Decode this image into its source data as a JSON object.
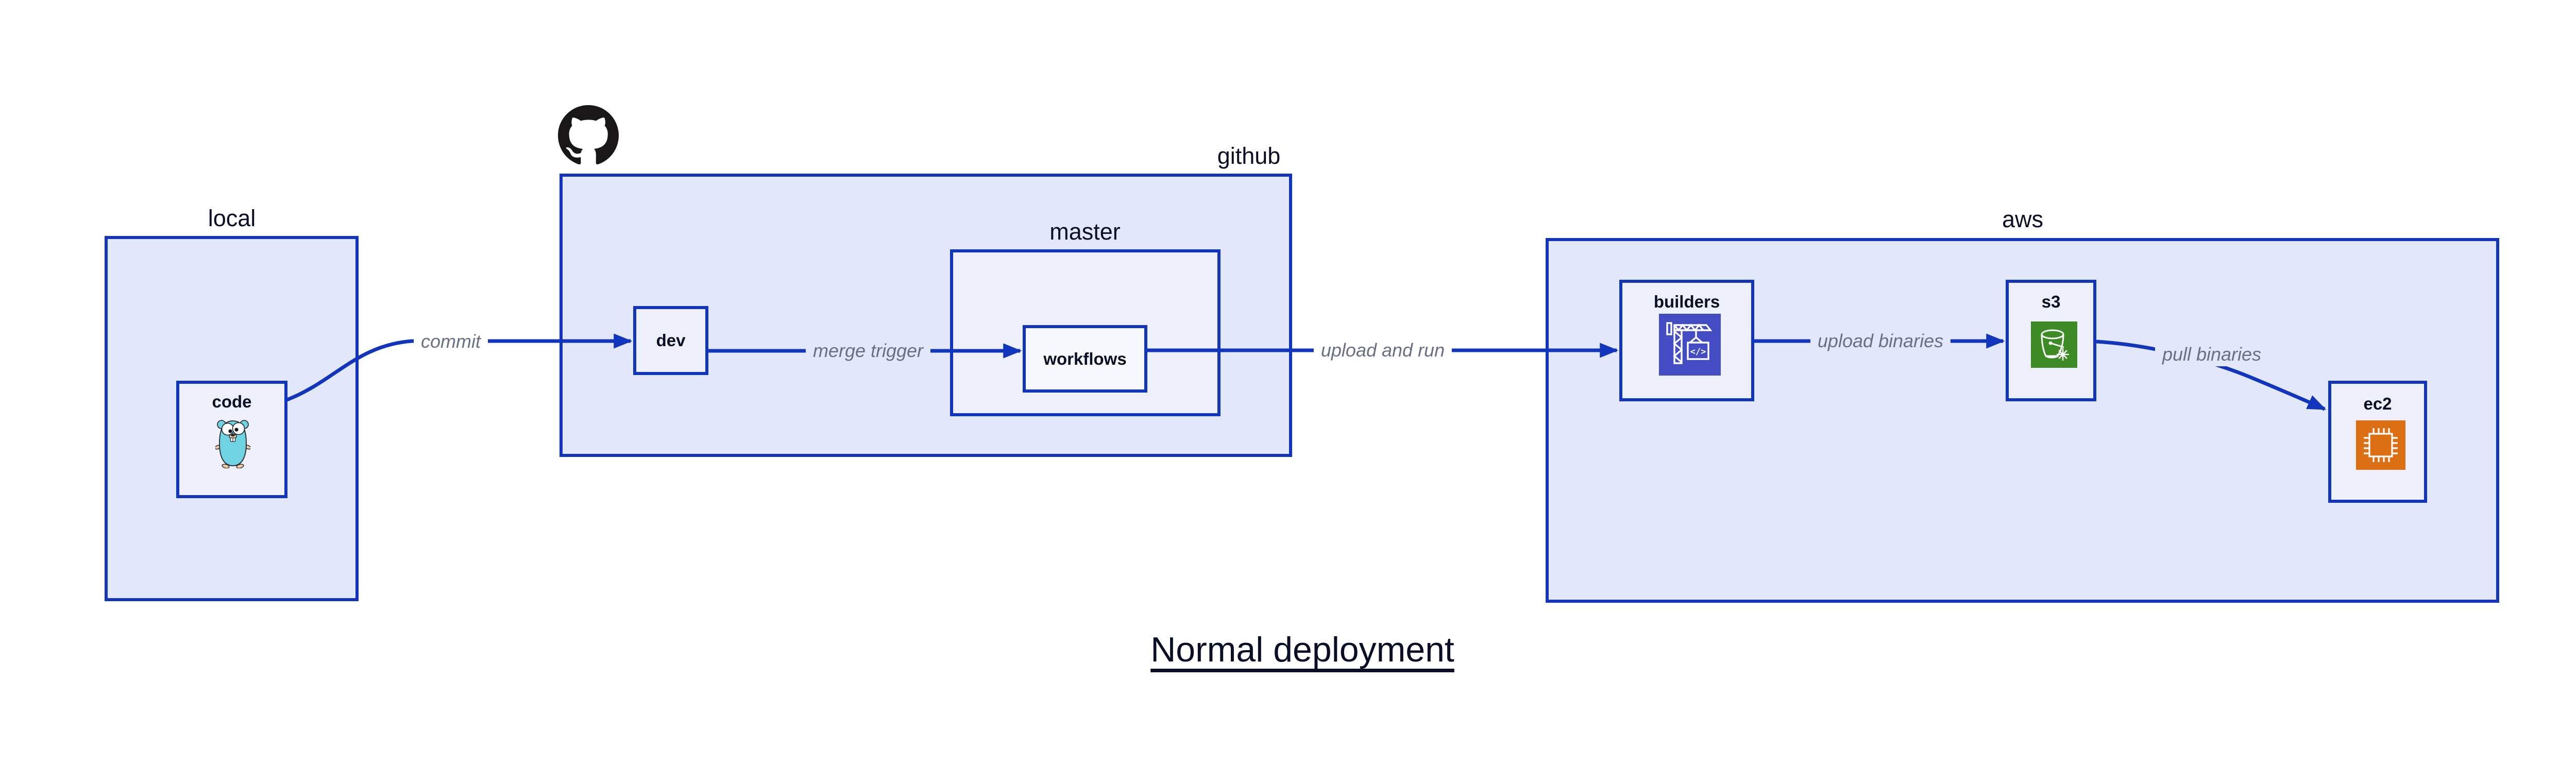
{
  "title": "Normal deployment",
  "colors": {
    "border_and_arrows": "#1136bd",
    "container_fill": "#e2e7fa",
    "node_fill": "#edf0fb",
    "subnode_fill": "#f7f8fe",
    "label_text": "#0a0f25",
    "edge_label_text": "#687083",
    "codebuild_icon_bg": "#434cc3",
    "s3_glacier_icon_bg": "#3e8a25",
    "ec2_icon_bg": "#dc6e13",
    "github_logo": "#191717",
    "gopher_body": "#6fd3e1"
  },
  "containers": {
    "local": {
      "label": "local"
    },
    "github": {
      "label": "github"
    },
    "master": {
      "label": "master"
    },
    "aws": {
      "label": "aws"
    }
  },
  "nodes": {
    "code": {
      "label": "code",
      "icon": "go-gopher-icon"
    },
    "dev": {
      "label": "dev"
    },
    "workflows": {
      "label": "workflows"
    },
    "builders": {
      "label": "builders",
      "icon": "aws-codebuild-icon"
    },
    "s3": {
      "label": "s3",
      "icon": "aws-s3-glacier-icon"
    },
    "ec2": {
      "label": "ec2",
      "icon": "aws-ec2-icon"
    }
  },
  "edges": [
    {
      "from": "code",
      "to": "dev",
      "label": "commit"
    },
    {
      "from": "dev",
      "to": "workflows",
      "label": "merge trigger"
    },
    {
      "from": "workflows",
      "to": "builders",
      "label": "upload and run"
    },
    {
      "from": "builders",
      "to": "s3",
      "label": "upload binaries"
    },
    {
      "from": "s3",
      "to": "ec2",
      "label": "pull binaries"
    }
  ]
}
